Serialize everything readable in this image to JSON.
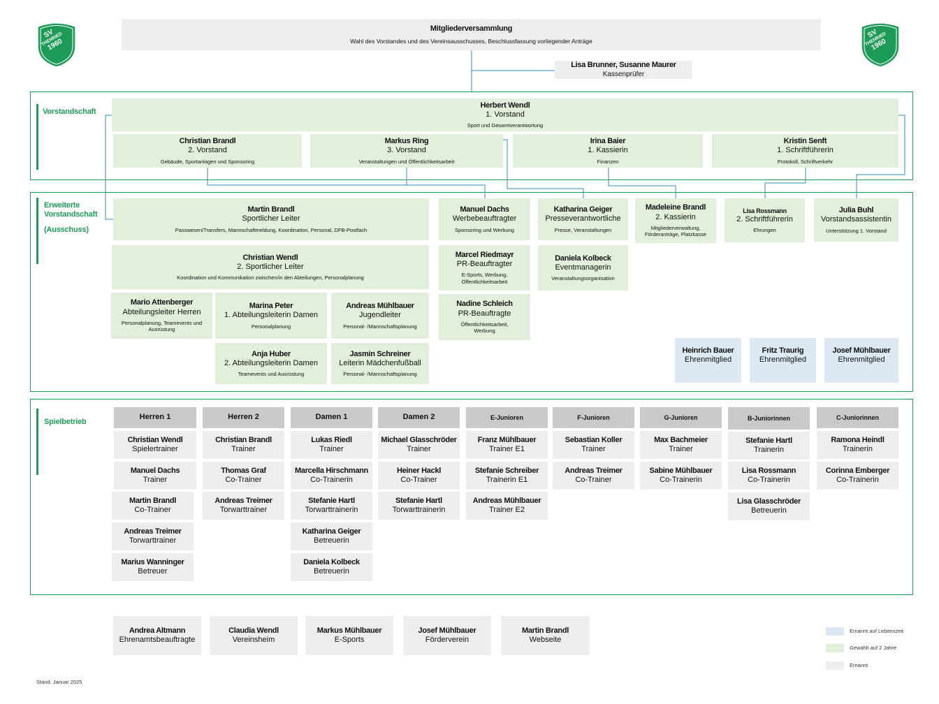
{
  "logo": {
    "text_top": "SV",
    "text_mid": "THENRIED",
    "text_bottom": "1960",
    "color": "#1e9c57"
  },
  "assembly": {
    "title": "Mitgliederversammlung",
    "subtitle": "Wahl des Vorstandes und des Vereinsausschusses, Beschlussfassung vorliegender Anträge"
  },
  "auditors": {
    "names": "Lisa Brunner, Susanne Maurer",
    "role": "Kassenprüfer"
  },
  "sections": {
    "vorstand": "Vorstandschaft",
    "erweitert_1": "Erweiterte",
    "erweitert_2": "Vorstandschaft",
    "erweitert_3": "(Ausschuss)",
    "spielbetrieb": "Spielbetrieb"
  },
  "vorstand": {
    "head": {
      "name": "Herbert Wendl",
      "role": "1. Vorstand",
      "desc": "Sport und Gesamtverantwortung"
    },
    "members": [
      {
        "name": "Christian Brandl",
        "role": "2. Vorstand",
        "desc": "Gebäude, Sportanlagen und Sponsoring"
      },
      {
        "name": "Markus Ring",
        "role": "3. Vorstand",
        "desc": "Veranstaltungen und Öffentlichkeitsarbeit"
      },
      {
        "name": "Irina Baier",
        "role": "1. Kassierin",
        "desc": "Finanzen"
      },
      {
        "name": "Kristin Senft",
        "role": "1. Schriftführerin",
        "desc": "Protokoll, Schriftverkehr"
      }
    ]
  },
  "ausschuss": {
    "martin": {
      "name": "Martin Brandl",
      "role": "Sportlicher Leiter",
      "desc": "Passwesen/Transfers, Mannschaftmeldung, Koordination, Personal, DFB-Postfach"
    },
    "christian": {
      "name": "Christian Wendl",
      "role": "2. Sportlicher Leiter",
      "desc": "Koordination und Kommunikation zwischen/in den Abteilungen, Personalplanung"
    },
    "mario": {
      "name": "Mario Attenberger",
      "role": "Abteilungsleiter Herren",
      "desc": "Personalplanung, Teamevents und Ausrüstung"
    },
    "marina": {
      "name": "Marina Peter",
      "role": "1. Abteilungsleiterin Damen",
      "desc": "Personalplanung"
    },
    "andreas": {
      "name": "Andreas Mühlbauer",
      "role": "Jugendleiter",
      "desc": "Personal- /Mannschaftsplanung"
    },
    "anja": {
      "name": "Anja Huber",
      "role": "2. Abteilungsleiterin Damen",
      "desc": "Teamevents und Ausrüstung"
    },
    "jasmin": {
      "name": "Jasmin Schreiner",
      "role": "Leiterin Mädchenfußball",
      "desc": "Personal- /Mannschaftsplanung"
    },
    "manuel": {
      "name": "Manuel Dachs",
      "role": "Werbebeauftragter",
      "desc": "Sponsoring und Werbung"
    },
    "marcel": {
      "name": "Marcel Riedmayr",
      "role": "PR-Beauftragter",
      "desc": "E-Sports, Werbung, Öffentlichkeitsarbeit"
    },
    "nadine": {
      "name": "Nadine Schleich",
      "role": "PR-Beauftragte",
      "desc": "Öffentlichkeitsarbeit, Werbung"
    },
    "katharina": {
      "name": "Katharina Geiger",
      "role": "Presseverantwortliche",
      "desc": "Presse, Veranstaltungen"
    },
    "daniela": {
      "name": "Daniela Kolbeck",
      "role": "Eventmanagerin",
      "desc": "Veranstaltungsorganisation"
    },
    "madeleine": {
      "name": "Madeleine Brandl",
      "role": "2. Kassierin",
      "desc": "Mitgliederverwaltung, Förderanträge, Platzkasse"
    },
    "lisa": {
      "name": "Lisa Rossmann",
      "role": "2. Schriftführerin",
      "desc": "Ehrungen"
    },
    "julia": {
      "name": "Julia Buhl",
      "role": "Vorstandsassistentin",
      "desc": "Unterstützung 1. Vorstand"
    }
  },
  "ehren": [
    {
      "name": "Heinrich Bauer",
      "role": "Ehrenmitglied"
    },
    {
      "name": "Fritz Traurig",
      "role": "Ehrenmitglied"
    },
    {
      "name": "Josef Mühlbauer",
      "role": "Ehrenmitglied"
    }
  ],
  "teams": [
    {
      "name": "Herren 1",
      "members": [
        {
          "name": "Christian Wendl",
          "role": "Spielertrainer"
        },
        {
          "name": "Manuel Dachs",
          "role": "Trainer"
        },
        {
          "name": "Martin Brandl",
          "role": "Co-Trainer"
        },
        {
          "name": "Andreas Treimer",
          "role": "Torwarttrainer"
        },
        {
          "name": "Marius Wanninger",
          "role": "Betreuer"
        }
      ]
    },
    {
      "name": "Herren 2",
      "members": [
        {
          "name": "Christian Brandl",
          "role": "Trainer"
        },
        {
          "name": "Thomas Graf",
          "role": "Co-Trainer"
        },
        {
          "name": "Andreas Treimer",
          "role": "Torwarttrainer"
        }
      ]
    },
    {
      "name": "Damen 1",
      "members": [
        {
          "name": "Lukas Riedl",
          "role": "Trainer"
        },
        {
          "name": "Marcella Hirschmann",
          "role": "Co-Trainerin"
        },
        {
          "name": "Stefanie Hartl",
          "role": "Torwarttrainerin"
        },
        {
          "name": "Katharina Geiger",
          "role": "Betreuerin"
        },
        {
          "name": "Daniela Kolbeck",
          "role": "Betreuerin"
        }
      ]
    },
    {
      "name": "Damen 2",
      "members": [
        {
          "name": "Michael Glasschröder",
          "role": "Trainer"
        },
        {
          "name": "Heiner Hackl",
          "role": "Co-Trainer"
        },
        {
          "name": "Stefanie Hartl",
          "role": "Torwarttrainerin"
        }
      ]
    },
    {
      "name": "E-Junioren",
      "members": [
        {
          "name": "Franz Mühlbauer",
          "role": "Trainer E1"
        },
        {
          "name": "Stefanie Schreiber",
          "role": "Trainerin E1"
        },
        {
          "name": "Andreas Mühlbauer",
          "role": "Trainer E2"
        }
      ]
    },
    {
      "name": "F-Junioren",
      "members": [
        {
          "name": "Sebastian Koller",
          "role": "Trainer"
        },
        {
          "name": "Andreas Treimer",
          "role": "Co-Trainer"
        }
      ]
    },
    {
      "name": "G-Junioren",
      "members": [
        {
          "name": "Max Bachmeier",
          "role": "Trainer"
        },
        {
          "name": "Sabine Mühlbauer",
          "role": "Co-Trainerin"
        }
      ]
    },
    {
      "name": "B-Juniorinnen",
      "members": [
        {
          "name": "Stefanie Hartl",
          "role": "Trainerin"
        },
        {
          "name": "Lisa Rossmann",
          "role": "Co-Trainerin"
        },
        {
          "name": "Lisa Glasschröder",
          "role": "Betreuerin"
        }
      ]
    },
    {
      "name": "C-Juniorinnen",
      "members": [
        {
          "name": "Ramona Heindl",
          "role": "Trainerin"
        },
        {
          "name": "Corinna Emberger",
          "role": "Co-Trainerin"
        }
      ]
    }
  ],
  "appointed": [
    {
      "name": "Andrea Altmann",
      "role": "Ehrenamtsbeauftragte"
    },
    {
      "name": "Claudia Wendl",
      "role": "Vereinsheim"
    },
    {
      "name": "Markus Mühlbauer",
      "role": "E-Sports"
    },
    {
      "name": "Josef Mühlbauer",
      "role": "Förderverein"
    },
    {
      "name": "Martin Brandl",
      "role": "Webseite"
    }
  ],
  "legend": [
    {
      "label": "Ernannt auf Lebenszeit",
      "color": "#dde8f5"
    },
    {
      "label": "Gewählt auf 2 Jahre",
      "color": "#e2efda"
    },
    {
      "label": "Ernannt",
      "color": "#ededed"
    }
  ],
  "stand": "Stand: Januar 2025",
  "colors": {
    "accent": "#1e9c57",
    "line": "#2e8bc0"
  }
}
